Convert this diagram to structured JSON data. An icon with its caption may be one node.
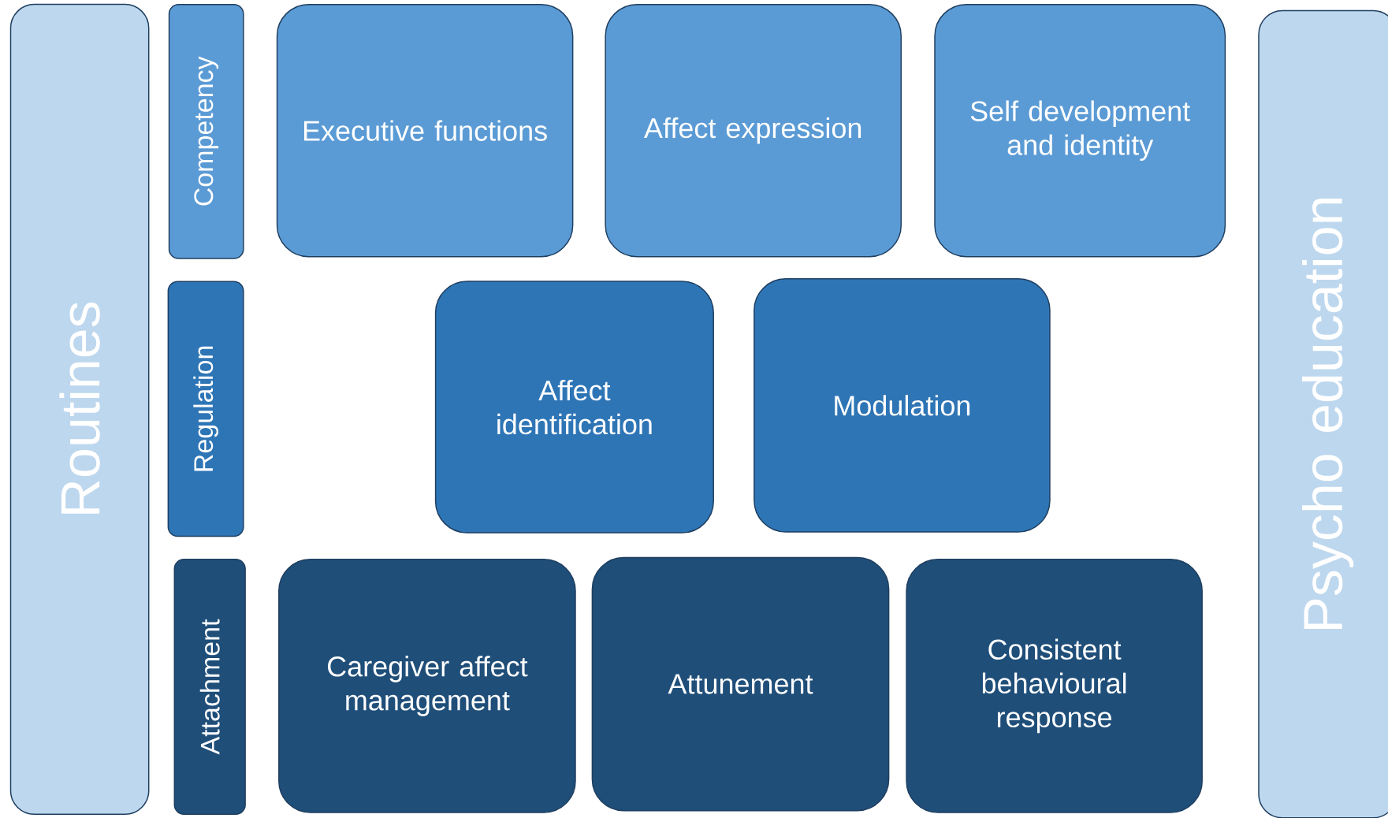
{
  "diagram": {
    "nodes": [
      {
        "text": [
          "Routines"
        ]
      },
      {
        "text": [
          "Competency"
        ]
      },
      {
        "text": [
          "Executive functions"
        ]
      },
      {
        "text": [
          "Affect expression"
        ]
      },
      {
        "text": [
          "Self development and identity"
        ]
      },
      {
        "text": [
          "Regulation"
        ]
      },
      {
        "text": [
          "Affect identification"
        ]
      },
      {
        "text": [
          "Modulation"
        ]
      },
      {
        "text": [
          "Attachment"
        ]
      },
      {
        "text": [
          "Caregiver affect management"
        ]
      },
      {
        "text": [
          "Attunement"
        ]
      },
      {
        "text": [
          "Consistent behavioural response"
        ]
      },
      {
        "text": [
          "Psycho education"
        ]
      }
    ]
  }
}
